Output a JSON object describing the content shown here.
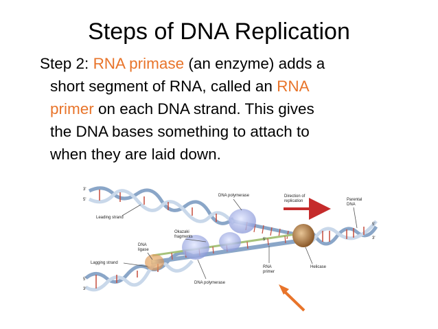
{
  "slide": {
    "title": "Steps of DNA Replication",
    "text": {
      "l1a": "Step 2: ",
      "l1b": "RNA primase",
      "l1c": " (an enzyme) adds a",
      "l2a": "short segment of RNA, called an ",
      "l2b": "RNA",
      "l3a": "primer",
      "l3b": " on each DNA strand. This gives",
      "l4": "the DNA bases something to attach to",
      "l5": "when they are laid down."
    }
  },
  "diagram": {
    "labels": {
      "three_prime_tl": "3'",
      "five_prime_tl": "5'",
      "leading_strand": "Leading strand",
      "dna_polymerase_top": "DNA polymerase",
      "direction_1": "Direction of",
      "direction_2": "replication",
      "parental_1": "Parental",
      "parental_2": "DNA",
      "okazaki_1": "Okazaki",
      "okazaki_2": "fragments",
      "dna_ligase_1": "DNA",
      "dna_ligase_2": "ligase",
      "five_prime_mid": "5'",
      "five_prime_right": "5'",
      "three_prime_right": "3'",
      "lagging_strand": "Lagging strand",
      "five_prime_bl": "5'",
      "three_prime_bl": "3'",
      "dna_polymerase_bottom": "DNA polymerase",
      "rna_primer_1": "RNA",
      "rna_primer_2": "primer",
      "helicase": "Helicase"
    }
  },
  "colors": {
    "accent": "#e8742a",
    "strand_dark": "#8aa6c8",
    "strand_light": "#c9d8ea",
    "strand_red": "#c44a3a",
    "polymerase": "#9aa8e0",
    "helicase": "#b0804a",
    "arrow_red": "#c52b2b"
  }
}
